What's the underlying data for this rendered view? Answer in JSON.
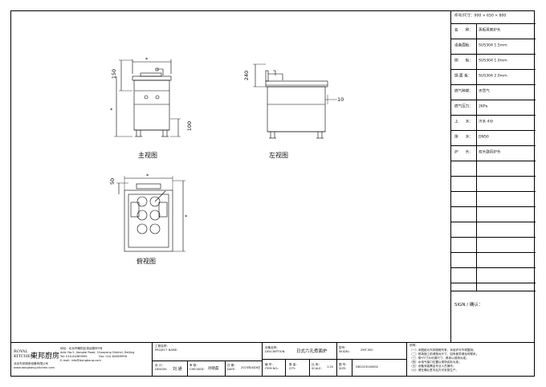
{
  "spec_table": {
    "header": "件号/尺寸：900 × 650 × 800",
    "rows": [
      {
        "label": "名　　称：",
        "value": "蒸柜蒸煮炉头"
      },
      {
        "label": "设备面板：",
        "value": "SUS304 1.5mm"
      },
      {
        "label": "侧　　板：",
        "value": "SUS304 1.0mm"
      },
      {
        "label": "锅 面 板：",
        "value": "SUS304 2.0mm"
      },
      {
        "label": "燃气种类：",
        "value": "天然气"
      },
      {
        "label": "燃气压力：",
        "value": "2KPa"
      },
      {
        "label": "上　　水：",
        "value": "冷水 4分"
      },
      {
        "label": "排　　水：",
        "value": "DN50"
      },
      {
        "label": "炉　　头：",
        "value": "双头鼓风炉头"
      }
    ],
    "sign_label": "SIGN / 确认："
  },
  "views": {
    "front": "主视图",
    "left": "左视图",
    "top": "俯视图"
  },
  "dimensions": {
    "front_width": "*",
    "front_height": "*",
    "front_upper": "150",
    "front_leg": "100",
    "left_height": "240",
    "left_side": "10",
    "top_width": "*",
    "top_depth": "*",
    "top_back": "50"
  },
  "title_block": {
    "brand_en": "ROYAL KITCHEN",
    "brand_cn": "東邦廚房",
    "company_cn": "北京东邦厨房设备有限公司",
    "company_web": "www.dongbang-kitchen.com",
    "address_cn": "地址：北京市朝阳区将台路甲5号",
    "address_en": "Add: No.5, Jiangtai Road, Chaoyang District, Beijing",
    "tel": "Tel: 010-64389999",
    "fax": "Fax: 010-64389998",
    "email": "E-mail: info@dongbang.com",
    "project_label": "工程名称：",
    "project_label_en": "PROJECT NAME:",
    "designer_label": "设 计：",
    "designer_label_en": "DESIGN:",
    "designer": "刘 通",
    "checker_label": "审 核：",
    "checker_label_en": "CHECKED:",
    "checker": "孙晓磊",
    "date_label": "日 期：",
    "date_label_en": "DATE:",
    "date": "2023年4月6日",
    "item_label": "设备名称：",
    "item_label_en": "DESCRIPTION:",
    "item_name": "日式六孔煮面炉",
    "model_label": "型号：",
    "model_label_en": "MODEL:",
    "model": "ZMT-900",
    "qty_label": "编 号：",
    "qty_label_en": "ITEM NO.:",
    "count_label": "数 量：",
    "count_label_en": "QTY:",
    "scale_label": "比 例：",
    "scale_label_en": "SCALE:",
    "scale": "1:20",
    "size_label": "图 号：",
    "size_label_en": "SIZE:",
    "drawing_no": "DB2023040602",
    "notes_title": "说明：",
    "notes": [
      "（一）本图纸为东邦厨房所有，未经许可不得复制；",
      "（二）现场施工前请核对尺寸，如有差异请及时联系；",
      "（三）带*尺寸为可调尺寸，具体以现场为准；",
      "（四）水电气接口位置以现场实际为准；",
      "（五）设备安装需由专业人员操作；",
      "（六）请在确认签字后方可安排生产。"
    ]
  }
}
